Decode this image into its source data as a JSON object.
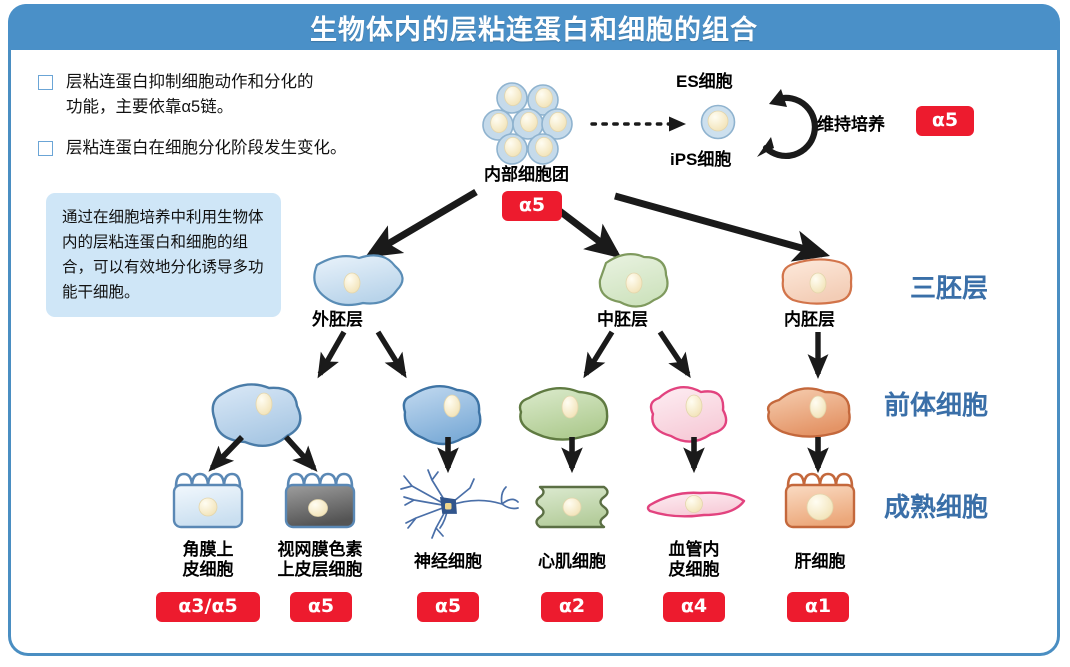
{
  "header": {
    "title": "生物体内的层粘连蛋白和细胞的组合"
  },
  "bullets": [
    {
      "text": "层粘连蛋白抑制细胞动作和分化的\n功能，主要依靠α5链。"
    },
    {
      "text": "层粘连蛋白在细胞分化阶段发生变化。"
    }
  ],
  "infobox": {
    "text": "通过在细胞培养中利用生物体内的层粘连蛋白和细胞的组合，可以有效地分化诱导多功能干细胞。"
  },
  "top": {
    "inner_cell_mass_label": "内部细胞团",
    "inner_cell_mass_badge": "α5",
    "es_label": "ES细胞",
    "ips_label": "iPS细胞",
    "maintain_label": "维持培养",
    "maintain_badge": "α5"
  },
  "stages": [
    {
      "label": "三胚层"
    },
    {
      "label": "前体细胞"
    },
    {
      "label": "成熟细胞"
    }
  ],
  "germ_layers": [
    {
      "label": "外胚层",
      "color": "#b9d4ea"
    },
    {
      "label": "中胚层",
      "color": "#cfe3bf"
    },
    {
      "label": "内胚层",
      "color": "#f3cdb6"
    }
  ],
  "precursors": [
    {
      "name": "ectoderm-precursor-1",
      "color": "#a9c8e4"
    },
    {
      "name": "ectoderm-precursor-2",
      "color": "#8cb6dd"
    },
    {
      "name": "mesoderm-precursor-1",
      "color": "#b6d09a"
    },
    {
      "name": "mesoderm-precursor-2",
      "color": "#f7ccd8"
    },
    {
      "name": "endoderm-precursor-1",
      "color": "#e9a273"
    }
  ],
  "mature_cells": [
    {
      "label": "角膜上\n皮细胞",
      "badge": "α3/α5"
    },
    {
      "label": "视网膜色素\n上皮层细胞",
      "badge": "α5"
    },
    {
      "label": "神经细胞",
      "badge": "α5"
    },
    {
      "label": "心肌细胞",
      "badge": "α2"
    },
    {
      "label": "血管内\n皮细胞",
      "badge": "α4"
    },
    {
      "label": "肝细胞",
      "badge": "α1"
    }
  ],
  "colors": {
    "header_blue": "#4a90c8",
    "border_blue": "#4a8ec2",
    "badge_red": "#ed1b2e",
    "stage_label_blue": "#3a6fa8",
    "info_box_blue": "#cfe6f7"
  }
}
